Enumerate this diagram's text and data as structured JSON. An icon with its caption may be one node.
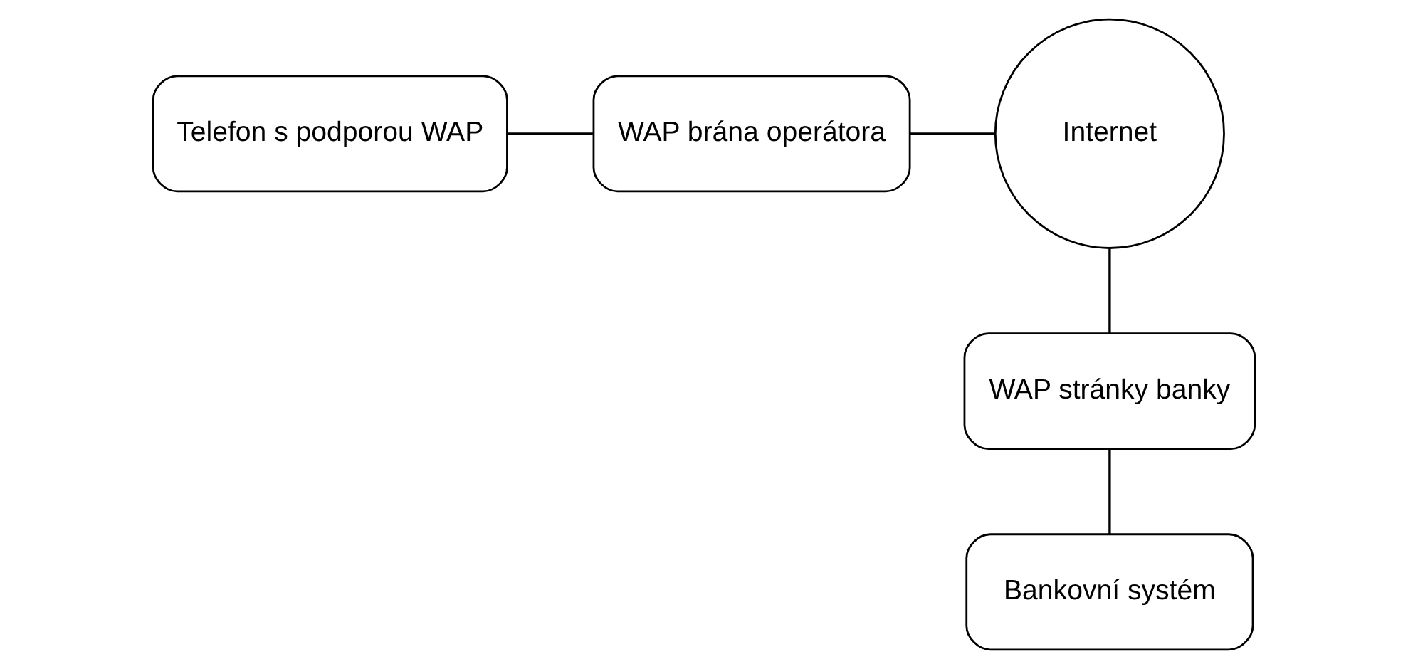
{
  "diagram": {
    "nodes": [
      {
        "text": [
          "Telefon s podporou WAP"
        ]
      },
      {
        "text": [
          "WAP brána operátora"
        ]
      },
      {
        "text": [
          "Internet"
        ]
      },
      {
        "text": [
          "WAP stránky banky"
        ]
      },
      {
        "text": [
          "Bankovní systém"
        ]
      }
    ],
    "edges": [
      {
        "from": 0,
        "to": 1,
        "arrow": "none"
      },
      {
        "from": 1,
        "to": 2,
        "arrow": "none"
      },
      {
        "from": 2,
        "to": 3,
        "arrow": "none"
      },
      {
        "from": 3,
        "to": 4,
        "arrow": "none"
      }
    ]
  }
}
